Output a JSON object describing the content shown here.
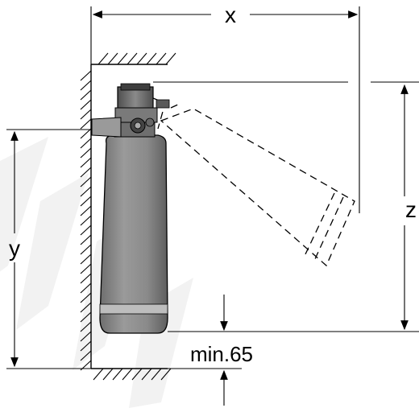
{
  "labels": {
    "x": "x",
    "y": "y",
    "z": "z",
    "min_clearance": "min.65"
  },
  "colors": {
    "line": "#000000",
    "cylinder_body": "#8e8e8e",
    "cylinder_dark": "#5a5a5a",
    "head": "#6d6d6d",
    "watermark": "#f2f2f2"
  },
  "icons": {
    "wall": "hatched-wall",
    "cylinder": "filter-cartridge",
    "tilted_cylinder": "filter-cartridge-tilted-outline"
  }
}
